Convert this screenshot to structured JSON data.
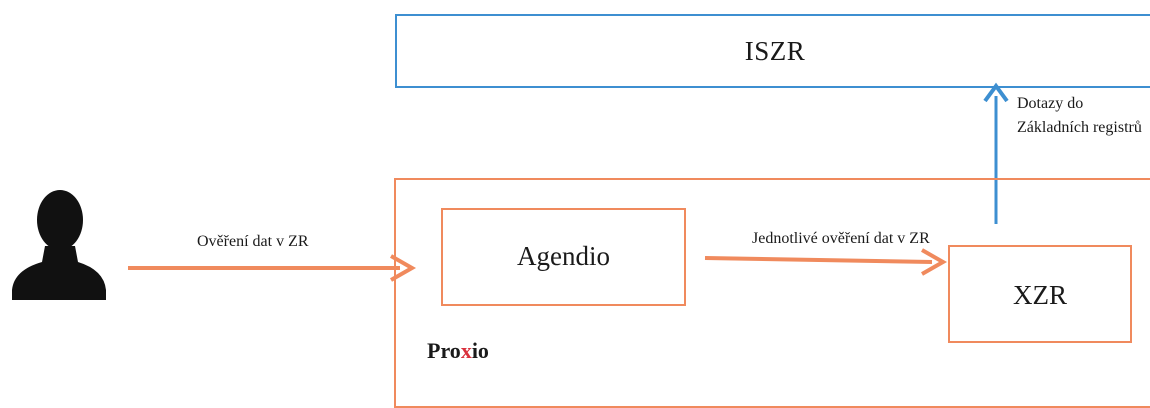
{
  "nodes": {
    "iszr": "ISZR",
    "agendio": "Agendio",
    "xzr": "XZR",
    "proxio_prefix": "Pro",
    "proxio_mid": "x",
    "proxio_suffix": "io"
  },
  "edges": {
    "user_to_agendio": "Ověření dat v ZR",
    "agendio_to_xzr": "Jednotlivé ověření dat v ZR",
    "xzr_to_iszr": "Dotazy do Základních registrů"
  },
  "colors": {
    "orange": "#f08a5d",
    "blue": "#3d8fd1",
    "accent_red": "#d9303c"
  },
  "icons": {
    "user": "person-icon"
  }
}
